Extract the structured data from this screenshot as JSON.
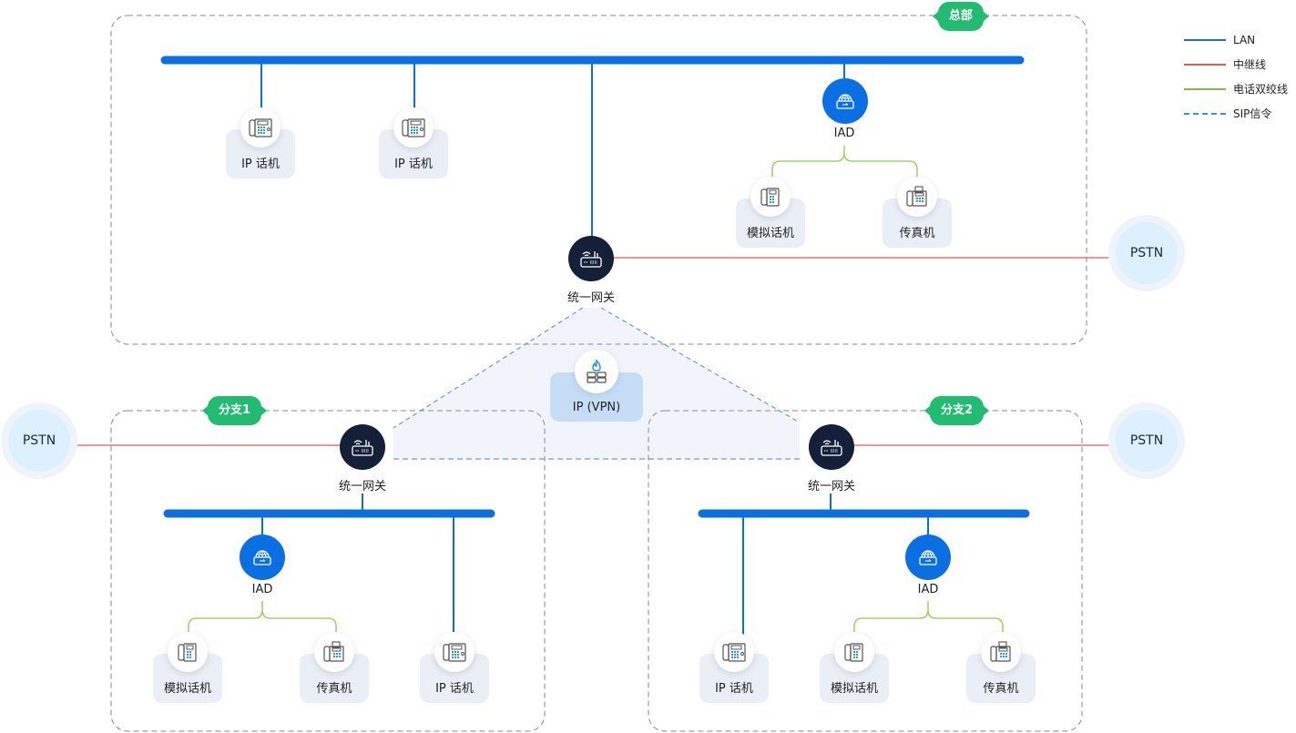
{
  "legend": [
    {
      "label": "LAN",
      "color": "#1a6fd8",
      "style": "solid"
    },
    {
      "label": "中继线",
      "color": "#e05a5a",
      "style": "solid"
    },
    {
      "label": "电话双绞线",
      "color": "#7cc23b",
      "style": "solid"
    },
    {
      "label": "SIP信令",
      "color": "#3f8ee0",
      "style": "dashed"
    }
  ],
  "zones": {
    "hq": {
      "tag": "总部"
    },
    "branch1": {
      "tag": "分支1"
    },
    "branch2": {
      "tag": "分支2"
    }
  },
  "nodes": {
    "hq_ip_phone_1": "IP 话机",
    "hq_ip_phone_2": "IP 话机",
    "hq_iad": "IAD",
    "hq_analog_phone": "模拟话机",
    "hq_fax": "传真机",
    "hq_gateway": "统一网关",
    "pstn_hq": "PSTN",
    "vpn": "IP (VPN)",
    "b1_gateway": "统一网关",
    "b1_iad": "IAD",
    "b1_analog_phone": "模拟话机",
    "b1_fax": "传真机",
    "b1_ip_phone": "IP 话机",
    "pstn_b1": "PSTN",
    "b2_gateway": "统一网关",
    "b2_iad": "IAD",
    "b2_ip_phone": "IP 话机",
    "b2_analog_phone": "模拟话机",
    "b2_fax": "传真机",
    "pstn_b2": "PSTN"
  },
  "colors": {
    "lan": "#0a6fe3",
    "trunk": "#e05a5a",
    "twisted_pair": "#8fcc4a",
    "sip": "#3f8ee0",
    "tag": "#21bc6f",
    "gateway": "#142038",
    "iad": "#0a6fe3"
  }
}
